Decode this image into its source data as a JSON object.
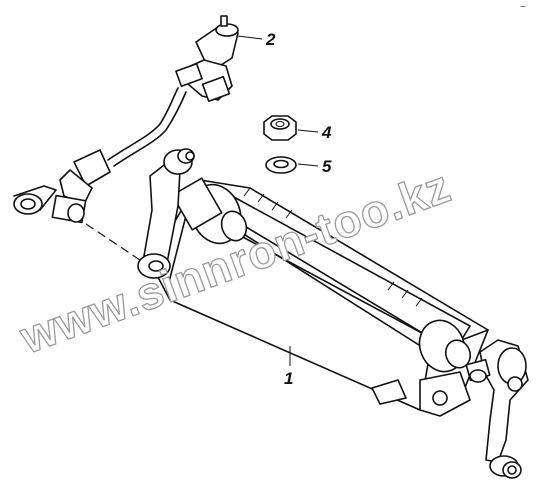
{
  "callouts": [
    {
      "id": "part-1",
      "label": "1"
    },
    {
      "id": "part-2",
      "label": "2"
    },
    {
      "id": "part-4",
      "label": "4"
    },
    {
      "id": "part-5",
      "label": "5"
    }
  ],
  "watermark": "www.sinnron-too.kz",
  "corner_mark": "~"
}
